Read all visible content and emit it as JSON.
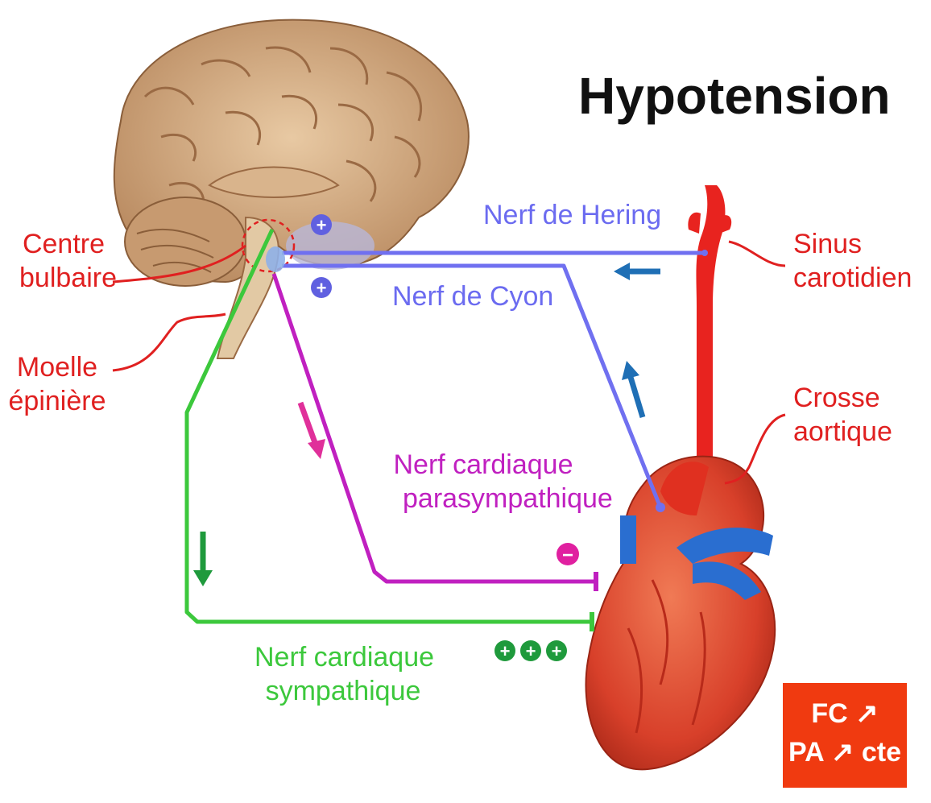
{
  "title": "Hypotension",
  "labels": {
    "centre": [
      "Centre",
      "bulbaire"
    ],
    "moelle": [
      "Moelle",
      "épinière"
    ],
    "sinus": [
      "Sinus",
      "carotidien"
    ],
    "crosse": [
      "Crosse",
      "aortique"
    ],
    "hering": "Nerf de Hering",
    "cyon": "Nerf de Cyon",
    "parasympathique": [
      "Nerf cardiaque",
      "parasympathique"
    ],
    "sympathique": [
      "Nerf cardiaque",
      "sympathique"
    ]
  },
  "signs": {
    "hering_effect": "+",
    "cyon_effect": "+",
    "parasympathique_effect": "−",
    "sympathique_effect": [
      "+",
      "+",
      "+"
    ]
  },
  "result": {
    "line1": "FC ↗",
    "line2": "PA ↗ cte"
  },
  "colors": {
    "afferent": "#7070f0",
    "parasympathique": "#c020c0",
    "sympathique": "#3cc83c",
    "label_red": "#e02020",
    "arrow_blue": "#1f6fb5",
    "arrow_magenta": "#e0309a",
    "arrow_green": "#1f9a3c",
    "result_bg": "#f03a10"
  },
  "icons": {
    "brain": "brain-illustration",
    "heart": "heart-illustration",
    "carotid": "carotid-artery-illustration"
  }
}
